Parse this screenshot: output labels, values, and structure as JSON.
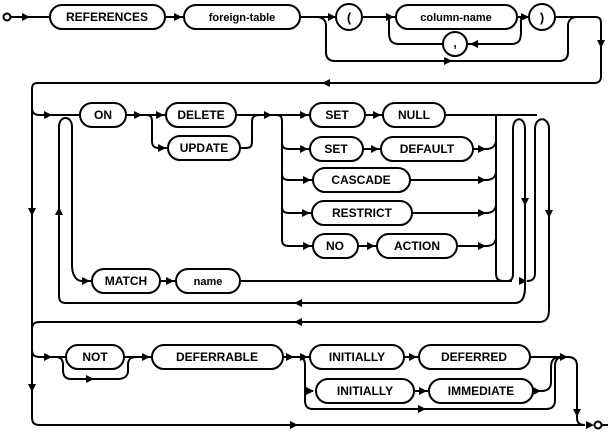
{
  "diagram": {
    "kind": "railroad-syntax-diagram",
    "line_color": "#000000",
    "background": "#ffffff",
    "nodes": {
      "references": "REFERENCES",
      "foreign_table": "foreign-table",
      "lparen": "(",
      "column_name": "column-name",
      "comma": ",",
      "rparen": ")",
      "on": "ON",
      "delete": "DELETE",
      "update": "UPDATE",
      "set_a": "SET",
      "null_kw": "NULL",
      "set_b": "SET",
      "default_kw": "DEFAULT",
      "cascade": "CASCADE",
      "restrict": "RESTRICT",
      "no": "NO",
      "action": "ACTION",
      "match": "MATCH",
      "name_var": "name",
      "not_kw": "NOT",
      "deferrable": "DEFERRABLE",
      "initially_a": "INITIALLY",
      "deferred": "DEFERRED",
      "initially_b": "INITIALLY",
      "immediate": "IMMEDIATE"
    }
  }
}
